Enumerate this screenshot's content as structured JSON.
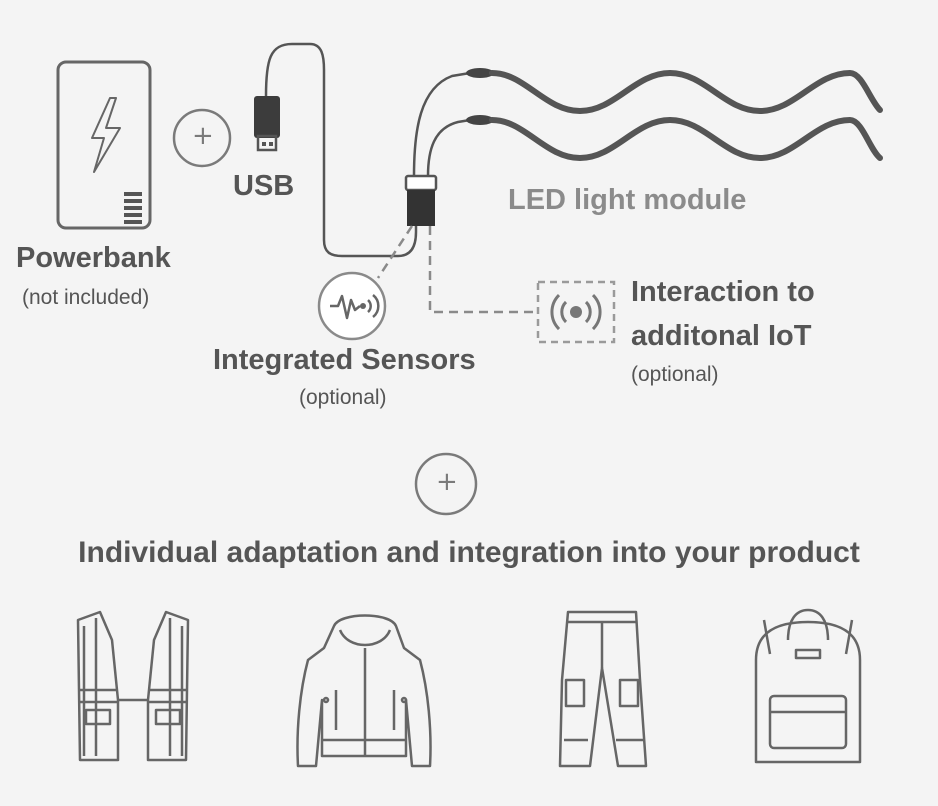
{
  "powerbank": {
    "title": "Powerbank",
    "note": "(not included)"
  },
  "usb": {
    "title": "USB"
  },
  "led": {
    "title": "LED light module"
  },
  "sensors": {
    "title": "Integrated Sensors",
    "note": "(optional)"
  },
  "iot": {
    "title_line1": "Interaction to",
    "title_line2": "additonal IoT",
    "note": "(optional)"
  },
  "connector": {
    "plus": "+"
  },
  "integration": {
    "title": "Individual adaptation and integration into your product"
  },
  "products": [
    {
      "icon": "safety-vest-icon"
    },
    {
      "icon": "jacket-icon"
    },
    {
      "icon": "trousers-icon"
    },
    {
      "icon": "backpack-icon"
    }
  ],
  "colors": {
    "background": "#f4f4f4",
    "text": "#555555",
    "led_label": "#8b8b8b",
    "line": "#555555",
    "circle": "#7a7a7a"
  }
}
